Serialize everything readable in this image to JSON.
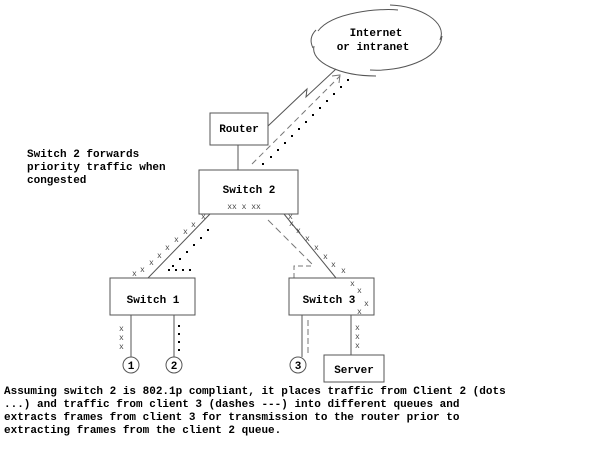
{
  "nodes": {
    "cloud": {
      "label_line1": "Internet",
      "label_line2": "or intranet"
    },
    "router": {
      "label": "Router"
    },
    "switch2": {
      "label": "Switch 2",
      "queue_marks": "xx x xx"
    },
    "switch1": {
      "label": "Switch 1"
    },
    "switch3": {
      "label": "Switch 3"
    },
    "server": {
      "label": "Server"
    },
    "clients": [
      {
        "label": "1"
      },
      {
        "label": "2"
      },
      {
        "label": "3"
      }
    ]
  },
  "traffic_legend": {
    "server_traffic": "x",
    "client2_traffic": "dots",
    "client3_traffic": "dashes"
  },
  "side_note": "Switch 2 forwards\npriority traffic when\ncongested",
  "caption": "Assuming switch 2 is 802.1p compliant, it places traffic from Client 2 (dots\n...) and traffic from client 3 (dashes ---) into different queues and\nextracts frames from client 3 for transmission to the router prior to\nextracting frames from the client 2 queue.",
  "colors": {
    "line": "#555555",
    "text": "#000000",
    "background": "#ffffff"
  }
}
